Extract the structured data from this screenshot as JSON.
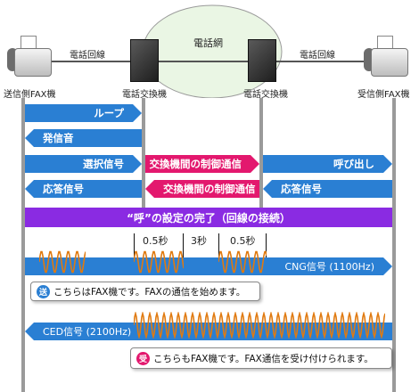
{
  "labels": {
    "network": "電話網",
    "line_left": "電話回線",
    "line_right": "電話回線",
    "sender": "送信側FAX機",
    "exchange_left": "電話交換機",
    "exchange_right": "電話交換機",
    "receiver": "受信側FAX機"
  },
  "arrows": {
    "loop": "ループ",
    "dial_tone": "発信音",
    "select_signal": "選択信号",
    "control_1": "交換機間の制御通信",
    "ringing": "呼び出し",
    "answer_left": "応答信号",
    "control_2": "交換機間の制御通信",
    "answer_right": "応答信号"
  },
  "banner": "“呼”の設定の完了（回線の接続）",
  "timing": {
    "t1": "0.5秒",
    "t2": "3秒",
    "t3": "0.5秒"
  },
  "cng": {
    "label": "CNG信号 (1100Hz)",
    "bubble_icon": "送",
    "bubble_text": "こちらはFAX機です。FAXの通信を始めます。"
  },
  "ced": {
    "label": "CED信号 (2100Hz)",
    "bubble_icon": "受",
    "bubble_text": "こちらもFAX機です。FAX通信を受け付けられます。"
  },
  "colors": {
    "blue": "#2a7fd3",
    "pink": "#e3186e",
    "purple": "#8a2be2",
    "wave": "#e07a10"
  }
}
